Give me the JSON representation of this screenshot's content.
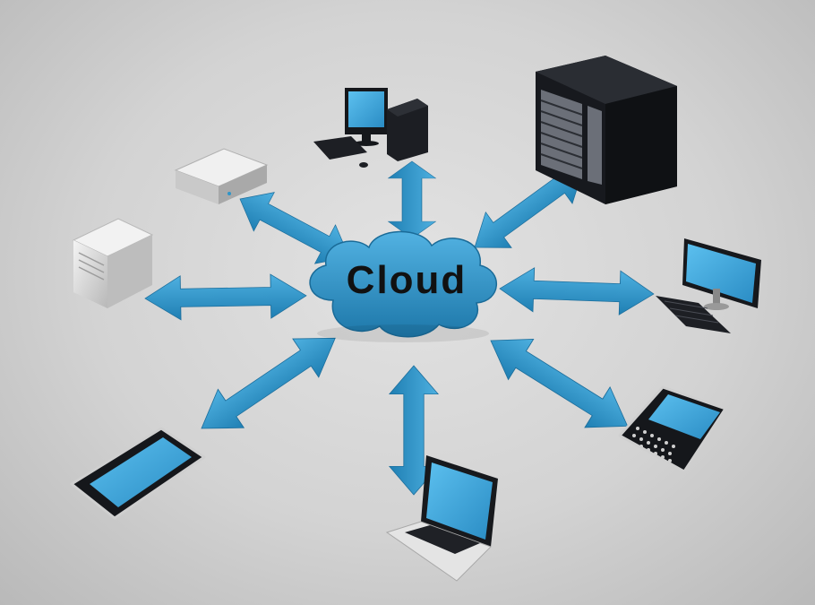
{
  "diagram": {
    "center": {
      "label": "Cloud"
    },
    "nodes": [
      {
        "id": "desktop-pc",
        "icon": "desktop-computer-icon"
      },
      {
        "id": "server-rack",
        "icon": "server-rack-icon"
      },
      {
        "id": "network-appliance",
        "icon": "network-appliance-icon"
      },
      {
        "id": "tower-server",
        "icon": "tower-server-icon"
      },
      {
        "id": "monitor-workstation",
        "icon": "monitor-keyboard-icon"
      },
      {
        "id": "smartphone",
        "icon": "smartphone-icon"
      },
      {
        "id": "laptop",
        "icon": "laptop-icon"
      },
      {
        "id": "keyboard-phone",
        "icon": "keyboard-phone-icon"
      }
    ],
    "colors": {
      "arrow": "#2e95c9",
      "cloud": "#2e8fc4",
      "screen": "#3ba6dc",
      "device_dark": "#1b1d22",
      "device_light": "#e9e9e9",
      "label": "#111111"
    }
  }
}
